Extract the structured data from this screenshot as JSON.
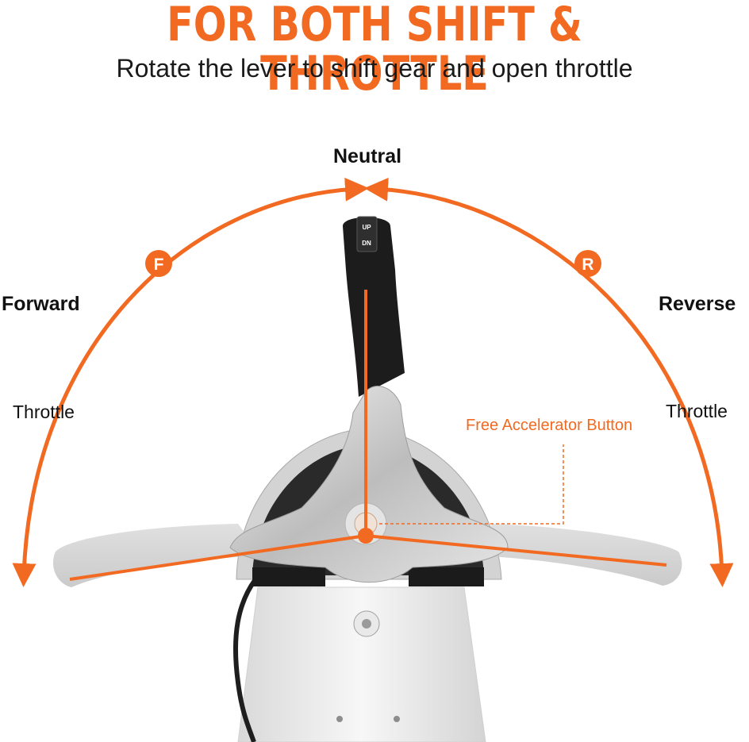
{
  "headline": "FOR BOTH SHIFT & THROTTLE",
  "subheadline": "Rotate the lever to shift gear and open throttle",
  "labels": {
    "neutral": "Neutral",
    "forward": "Forward",
    "reverse": "Reverse",
    "throttle_left": "Throttle",
    "throttle_right": "Throttle",
    "free_accelerator": "Free Accelerator Button"
  },
  "markers": {
    "forward_letter": "F",
    "reverse_letter": "R"
  },
  "handle_text": {
    "top_up": "UP",
    "top_dn": "DN"
  },
  "colors": {
    "accent": "#f26a21",
    "text": "#111111",
    "lever_dark": "#1c1c1c",
    "chrome": "#c9c9c9"
  }
}
